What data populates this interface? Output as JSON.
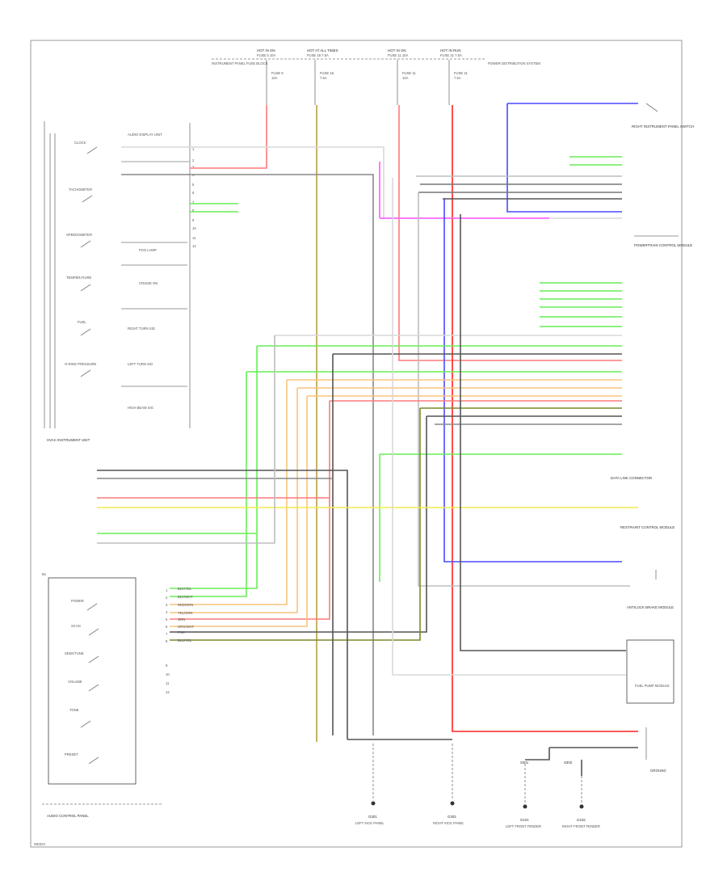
{
  "diagram": {
    "footer_code": "WD32A",
    "colors": {
      "black": "#444444",
      "gray": "#bdbdbd",
      "red": "#ff2020",
      "pink_red": "#ff7a7a",
      "green": "#66ee55",
      "yellow": "#f3ec4c",
      "orange": "#f7c47c",
      "purple": "#ff55ff",
      "blue": "#4a4aff",
      "olive": "#b8a040",
      "dark_olive": "#7a8a2a",
      "light_gray": "#d8d8d8"
    },
    "fuses": [
      {
        "label": "HOT IN ON",
        "sub": "FUSE 5 10A"
      },
      {
        "label": "HOT AT ALL TIMES",
        "sub": "FUSE 18 7.5A"
      },
      {
        "label": "HOT IN ON",
        "sub": "FUSE 11 10A"
      },
      {
        "label": "HOT IN RUN",
        "sub": "FUSE 21 7.5A"
      }
    ],
    "top_left_note": "INSTRUMENT PANEL FUSE BLOCK",
    "top_right_note": "POWER DISTRIBUTION SYSTEM",
    "cluster": {
      "title": "HVAC INSTRUMENT UNIT",
      "gauges": [
        "CLOCK",
        "TACHOMETER",
        "SPEEDOMETER",
        "TEMPERATURE",
        "FUEL",
        "O-RING PRESSURE"
      ],
      "indicators": [
        "FOG LAMP",
        "CRUISE ON",
        "RIGHT TURN SIG",
        "LEFT TURN SIG",
        "HIGH BEAM SIG"
      ],
      "header": "AUDIO DISPLAY UNIT",
      "pins": [
        "1",
        "2",
        "3",
        "4",
        "5",
        "6",
        "7",
        "8",
        "9",
        "10",
        "11",
        "12"
      ]
    },
    "control_panel": {
      "title": "AUDIO CONTROL PANEL",
      "switches": [
        "POWER",
        "SCAN",
        "SEEK/TUNE",
        "VOLUME",
        "TONE",
        "PRESET"
      ],
      "pins": [
        "1",
        "2",
        "3",
        "4",
        "5",
        "6",
        "7",
        "8",
        "9",
        "10",
        "11",
        "12"
      ]
    },
    "right_components": [
      "RIGHT INSTRUMENT PANEL SWITCH",
      "POWERTRAIN CONTROL MODULE",
      "DATA LINK CONNECTOR",
      "RESTRAINT CONTROL MODULE",
      "ANTILOCK BRAKE MODULE",
      "FUEL PUMP MODULE",
      "GROUND"
    ],
    "wires": [
      {
        "color": "BLK/YEL",
        "circuit": "1"
      },
      {
        "color": "BLK/WHT",
        "circuit": "2"
      },
      {
        "color": "RED/GRN",
        "circuit": "3"
      },
      {
        "color": "YEL/GRN",
        "circuit": "4"
      },
      {
        "color": "GRN",
        "circuit": "5"
      },
      {
        "color": "ORG/WHT",
        "circuit": "6"
      },
      {
        "color": "PNK",
        "circuit": "7"
      },
      {
        "color": "BLU/YEL",
        "circuit": "8"
      }
    ],
    "grounds": [
      {
        "label": "G301",
        "sub": "LEFT KICK PANEL"
      },
      {
        "label": "G302",
        "sub": "RIGHT KICK PANEL"
      },
      {
        "label": "G101",
        "sub": "LEFT FRONT FENDER"
      },
      {
        "label": "G102",
        "sub": "RIGHT FRONT FENDER"
      }
    ],
    "splices": [
      "S301",
      "S302"
    ]
  }
}
